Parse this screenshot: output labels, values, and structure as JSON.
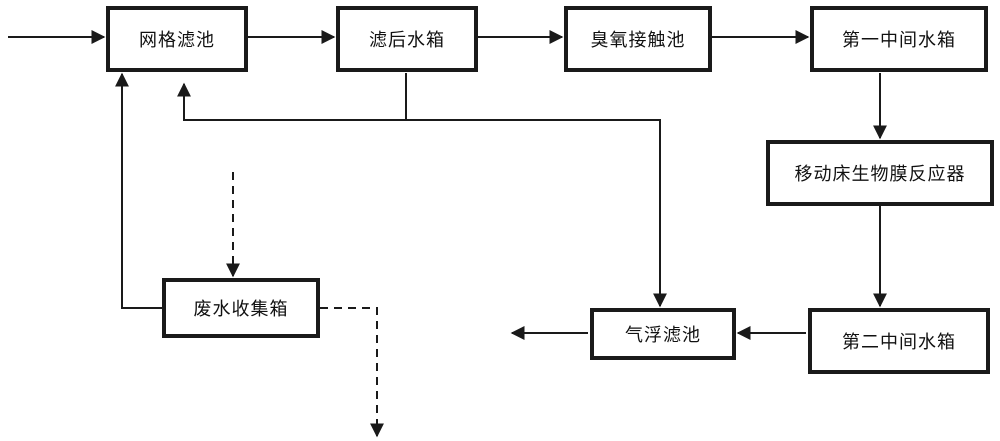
{
  "nodes": {
    "grid_filter": "网格滤池",
    "post_filter_tank": "滤后水箱",
    "ozone_contact": "臭氧接触池",
    "first_mid_tank": "第一中间水箱",
    "mbbr": "移动床生物膜反应器",
    "second_mid_tank": "第二中间水箱",
    "air_float_filter": "气浮滤池",
    "waste_collect_tank": "废水收集箱"
  },
  "colors": {
    "stroke": "#1a1a1a"
  }
}
